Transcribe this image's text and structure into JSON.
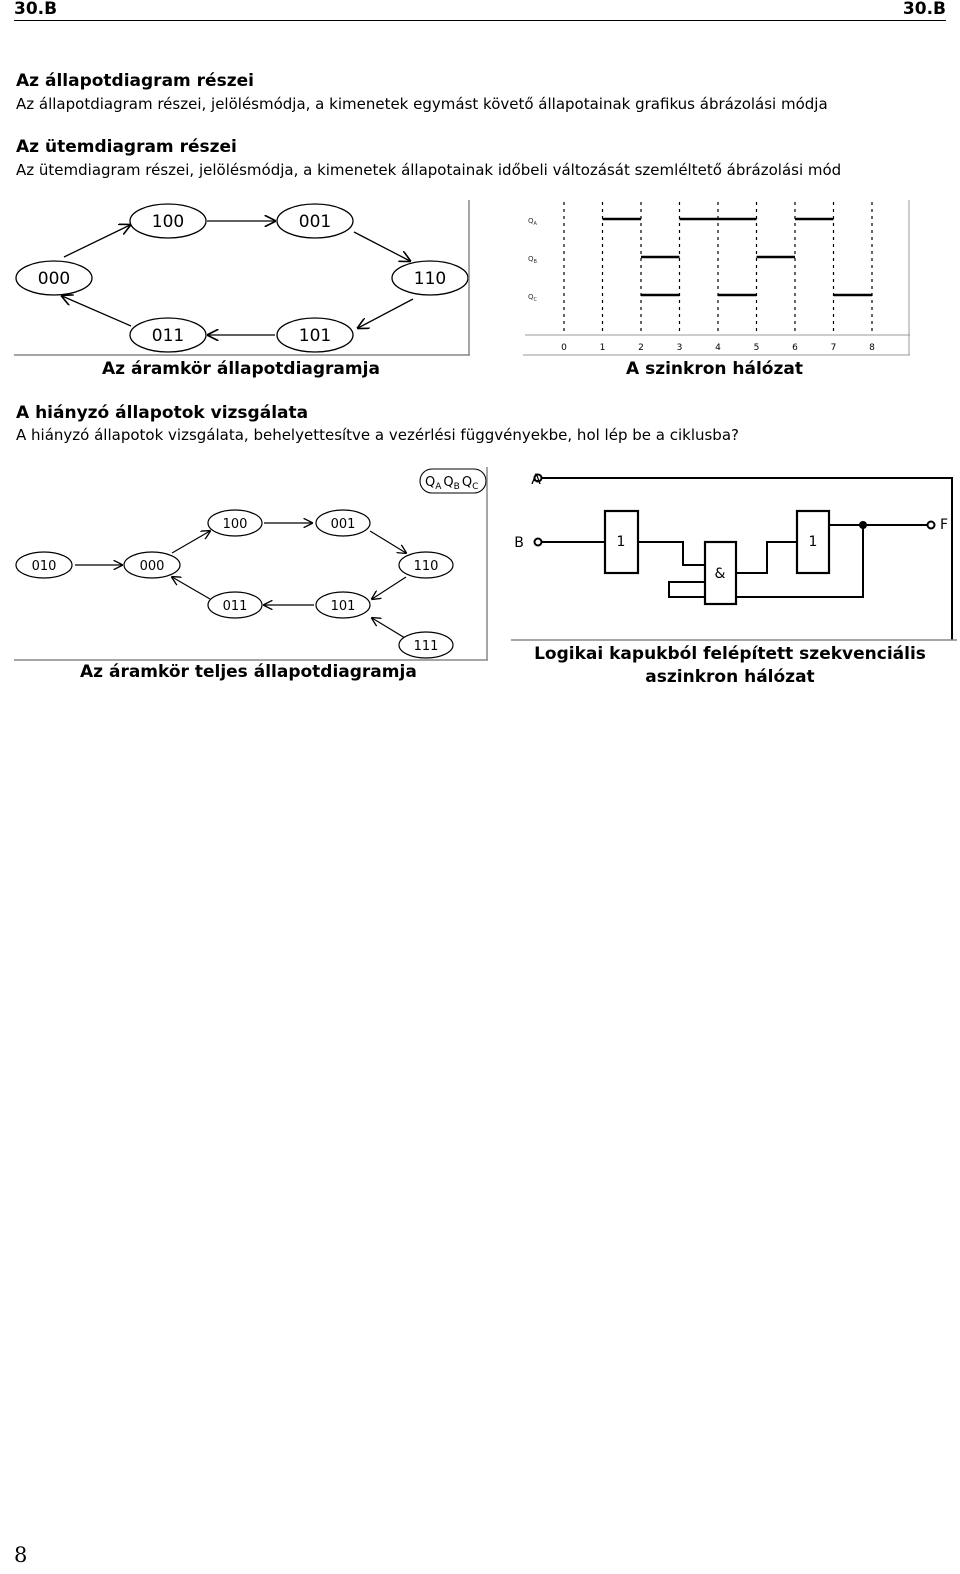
{
  "header": {
    "left": "30.B",
    "right": "30.B"
  },
  "sections": {
    "s1": {
      "title": "Az állapotdiagram részei",
      "text": "Az állapotdiagram részei, jelölésmódja, a kimenetek egymást követő állapotainak grafikus ábrázolási módja"
    },
    "s2": {
      "title": "Az ütemdiagram részei",
      "text": "Az ütemdiagram részei, jelölésmódja, a kimenetek állapotainak időbeli változását szemléltető ábrázolási mód"
    },
    "s3": {
      "title": "A hiányzó állapotok vizsgálata",
      "text": "A hiányzó állapotok vizsgálata, behelyettesítve a vezérlési függvényekbe, hol lép be a ciklusba?"
    }
  },
  "diagram1": {
    "states": [
      "100",
      "001",
      "000",
      "110",
      "011",
      "101"
    ],
    "caption": "Az áramkör állapotdiagramja"
  },
  "timing": {
    "signals": [
      "Q",
      "Q",
      "Q"
    ],
    "signal_subs": [
      "A",
      "B",
      "C"
    ],
    "ticks": [
      "0",
      "1",
      "2",
      "3",
      "4",
      "5",
      "6",
      "7",
      "8"
    ],
    "waveforms": {
      "QA": [
        0,
        1,
        0,
        1,
        1,
        0,
        1,
        0
      ],
      "QB": [
        0,
        0,
        1,
        0,
        0,
        1,
        0,
        0
      ],
      "QC": [
        0,
        0,
        1,
        0,
        1,
        0,
        0,
        1
      ]
    },
    "caption": "A szinkron hálózat"
  },
  "diagram2": {
    "legend": [
      "Q",
      "A",
      "Q",
      "B",
      "Q",
      "C"
    ],
    "states": [
      "100",
      "001",
      "010",
      "000",
      "110",
      "011",
      "101",
      "111"
    ],
    "caption": "Az áramkör teljes állapotdiagramja"
  },
  "circuit": {
    "inputs": [
      "A",
      "B"
    ],
    "output": "F",
    "gate1": "1",
    "gate2": "&",
    "gate3": "1",
    "caption_line1": "Logikai kapukból felépített szekvenciális",
    "caption_line2": "aszinkron hálózat"
  },
  "page_number": "8"
}
